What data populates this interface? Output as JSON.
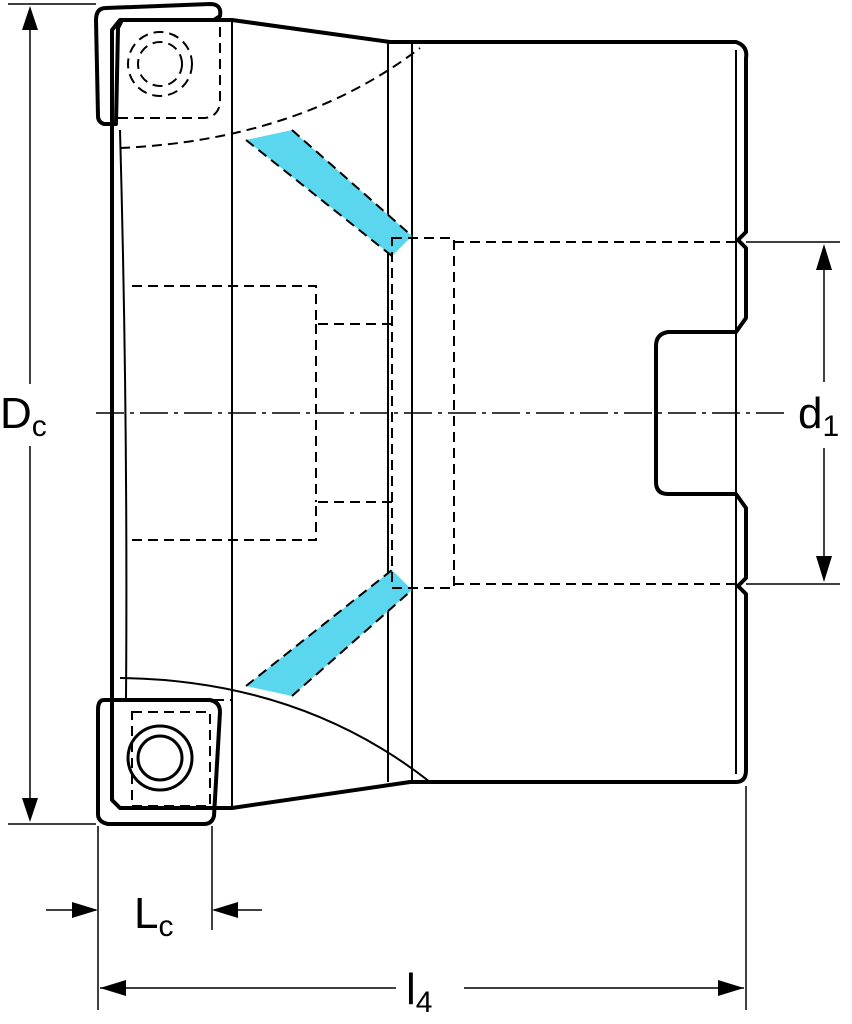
{
  "labels": {
    "diameter": {
      "main": "D",
      "sub": "c"
    },
    "bore": {
      "main": "d",
      "sub": "1"
    },
    "cut_length": {
      "main": "L",
      "sub": "c"
    },
    "overall_length": {
      "main": "l",
      "sub": "4"
    }
  },
  "colors": {
    "body": "#d1d6da",
    "insert": "#e9b34a",
    "coolant": "#5ad7ee",
    "line": "#000000"
  }
}
